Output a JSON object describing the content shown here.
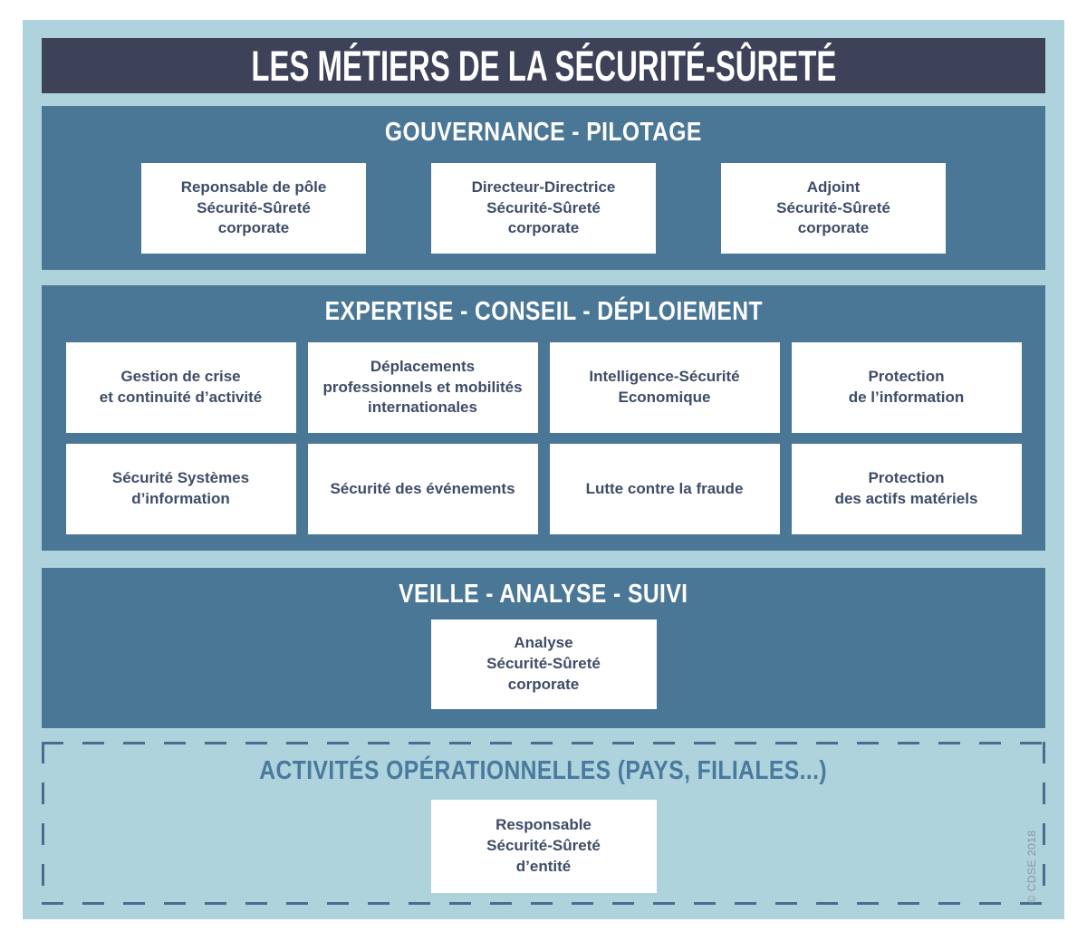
{
  "title": "LES MÉTIERS DE LA SÉCURITÉ-SÛRETÉ",
  "copyright": "© CDSE 2018",
  "colors": {
    "page_background": "#ffffff",
    "canvas_background": "#aed3dd",
    "title_bar": "#3d4259",
    "panel_blue": "#4b7797",
    "header_text": "#ffffff",
    "box_background": "#ffffff",
    "box_text": "#3e4c67",
    "dashed_border": "#4c6b8e",
    "operational_header_text": "#497a9d",
    "copyright_text": "#8995a6"
  },
  "sections": [
    {
      "id": "gouvernance-pilotage",
      "header": "GOUVERNANCE - PILOTAGE",
      "boxes": [
        "Reponsable de pôle\nSécurité-Sûreté\ncorporate",
        "Directeur-Directrice\nSécurité-Sûreté\ncorporate",
        "Adjoint\nSécurité-Sûreté\ncorporate"
      ]
    },
    {
      "id": "expertise-conseil-deploiement",
      "header": "EXPERTISE - CONSEIL - DÉPLOIEMENT",
      "rows": [
        [
          "Gestion de crise\net continuité d’activité",
          "Déplacements\nprofessionnels et mobilités\ninternationales",
          "Intelligence-Sécurité\nEconomique",
          "Protection\nde l’information"
        ],
        [
          "Sécurité Systèmes\nd’information",
          "Sécurité des événements",
          "Lutte contre la fraude",
          "Protection\ndes actifs matériels"
        ]
      ]
    },
    {
      "id": "veille-analyse-suivi",
      "header": "VEILLE - ANALYSE - SUIVI",
      "boxes": [
        "Analyse\nSécurité-Sûreté\ncorporate"
      ]
    },
    {
      "id": "activites-operationnelles",
      "header": "ACTIVITÉS OPÉRATIONNELLES (PAYS, FILIALES...)",
      "boxes": [
        "Responsable\nSécurité-Sûreté\nd’entité"
      ]
    }
  ]
}
